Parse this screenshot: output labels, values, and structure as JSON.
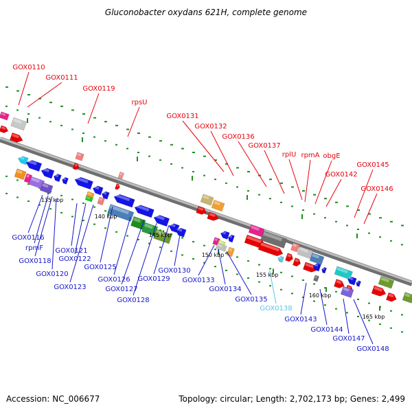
{
  "title": "Gluconobacter oxydans 621H, complete genome",
  "footer": {
    "accession": "Accession: NC_006677",
    "summary": "Topology: circular; Length: 2,702,173 bp; Genes: 2,499"
  },
  "colors": {
    "top_label": "#e8000b",
    "bottom_label": "#1414c8",
    "highlight_label": "#56c8e6",
    "backbone": "#8a8a8a",
    "dots": "#1e8c1e"
  },
  "kbp_ticks": [
    "135 kbp",
    "140 kbp",
    "145 kbp",
    "150 kbp",
    "155 kbp",
    "160 kbp",
    "165 kbp"
  ],
  "top_labels": [
    "GOX0110",
    "GOX0111",
    "GOX0119",
    "rpsU",
    "GOX0131",
    "GOX0132",
    "GOX0136",
    "GOX0137",
    "rplU",
    "rpmA",
    "obgE",
    "GOX0145",
    "GOX0142",
    "GOX0146"
  ],
  "bottom_labels": [
    "GOX0116",
    "rpmF",
    "GOX0118",
    "GOX0120",
    "GOX0121",
    "GOX0122",
    "GOX0123",
    "GOX0125",
    "GOX0126",
    "GOX0127",
    "GOX0128",
    "GOX0129",
    "GOX0130",
    "GOX0133",
    "GOX0134",
    "GOX0135",
    "GOX0138",
    "GOX0143",
    "GOX0144",
    "GOX0147",
    "GOX0148"
  ],
  "highlight_bottom_labels": [
    "GOX0138"
  ]
}
